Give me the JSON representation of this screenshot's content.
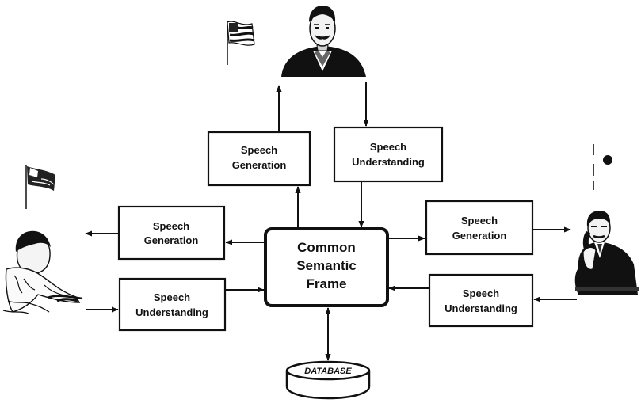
{
  "center": {
    "line1": "Common",
    "line2": "Semantic",
    "line3": "Frame"
  },
  "boxes": {
    "top_generation": {
      "line1": "Speech",
      "line2": "Generation"
    },
    "top_understanding": {
      "line1": "Speech",
      "line2": "Understanding"
    },
    "left_generation": {
      "line1": "Speech",
      "line2": "Generation"
    },
    "left_understanding": {
      "line1": "Speech",
      "line2": "Understanding"
    },
    "right_generation": {
      "line1": "Speech",
      "line2": "Generation"
    },
    "right_understanding": {
      "line1": "Speech",
      "line2": "Understanding"
    }
  },
  "database": {
    "label": "DATABASE"
  },
  "icons": {
    "top_person": "man-with-mustache-icon",
    "top_flag": "us-flag-icon",
    "left_person": "child-writing-icon",
    "left_flag": "flag-icon",
    "right_person": "businessman-on-phone-icon",
    "right_flag": "japan-flag-icon"
  },
  "colors": {
    "ink": "#111111",
    "background": "#ffffff"
  }
}
